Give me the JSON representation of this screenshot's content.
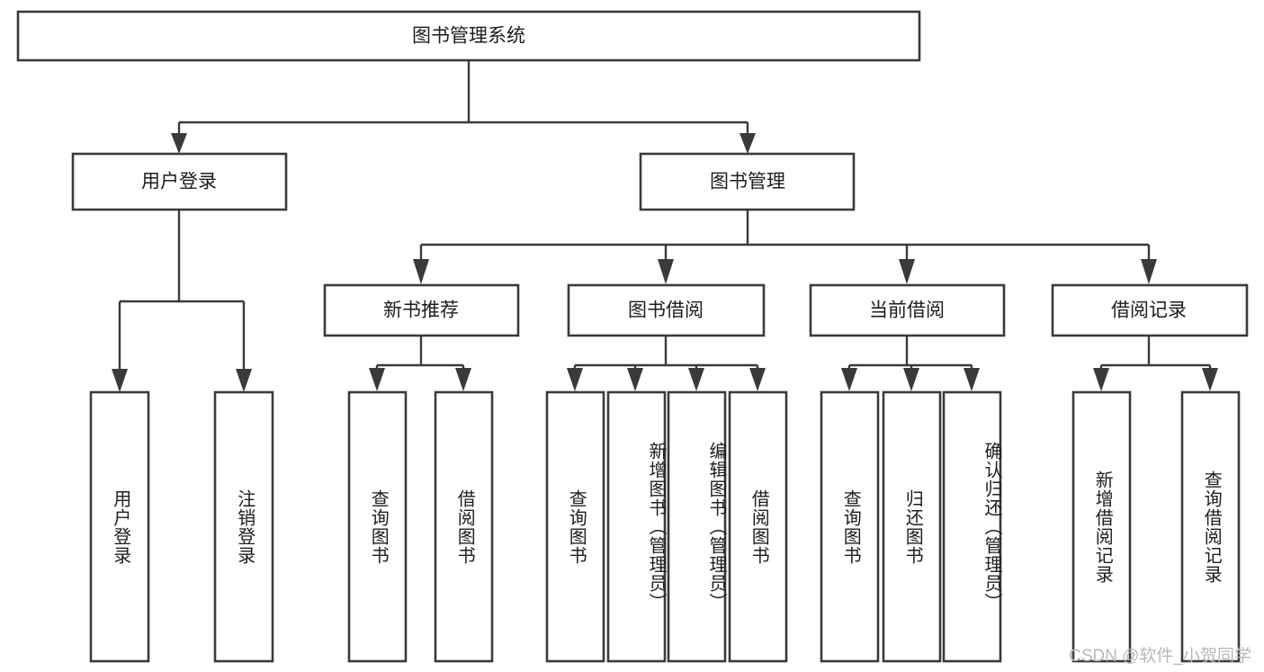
{
  "diagram": {
    "type": "tree-hierarchy",
    "title": "图书管理系统",
    "watermark": "CSDN @软件_小贺同学",
    "colors": {
      "background": "#ffffff",
      "box_stroke": "#3a3a3a",
      "box_fill": "#ffffff",
      "text": "#1d1d1d",
      "watermark": "#b8b8b8"
    },
    "levels": {
      "root": {
        "label": "图书管理系统"
      },
      "level2": [
        {
          "label": "用户登录"
        },
        {
          "label": "图书管理"
        }
      ],
      "level3": [
        {
          "label": "新书推荐"
        },
        {
          "label": "图书借阅"
        },
        {
          "label": "当前借阅"
        },
        {
          "label": "借阅记录"
        }
      ],
      "leaves": {
        "user_login": [
          {
            "label": "用户登录"
          },
          {
            "label": "注销登录"
          }
        ],
        "new_book_recommend": [
          {
            "label": "查询图书"
          },
          {
            "label": "借阅图书"
          }
        ],
        "book_borrow": [
          {
            "label": "查询图书"
          },
          {
            "label": "新增图书（管理员）"
          },
          {
            "label": "编辑图书（管理员）"
          },
          {
            "label": "借阅图书"
          }
        ],
        "current_borrow": [
          {
            "label": "查询图书"
          },
          {
            "label": "归还图书"
          },
          {
            "label": "确认归还（管理员）"
          }
        ],
        "borrow_record": [
          {
            "label": "新增借阅记录"
          },
          {
            "label": "查询借阅记录"
          }
        ]
      }
    }
  }
}
